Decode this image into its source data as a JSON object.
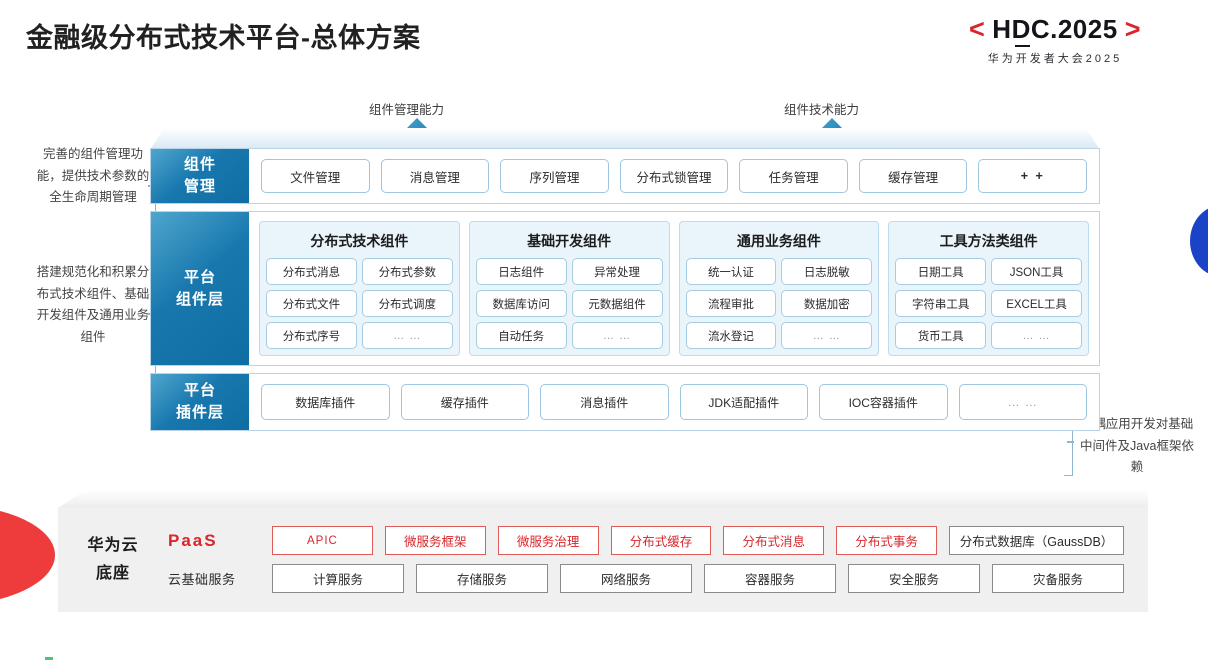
{
  "header": {
    "title": "金融级分布式技术平台-总体方案",
    "logo": {
      "left_bracket": "<",
      "text": "HDC.2025",
      "right_bracket": ">",
      "subtitle": "华为开发者大会2025"
    }
  },
  "top_arrows": [
    {
      "label": "组件管理能力",
      "icon": "arrow-up-icon"
    },
    {
      "label": "组件技术能力",
      "icon": "arrow-up-icon"
    }
  ],
  "side_notes": {
    "left_top": "完善的组件管理功能，提供技术参数的全生命周期管理",
    "left_middle": "搭建规范化和积累分布式技术组件、基础开发组件及通用业务组件",
    "right": "解耦应用开发对基础中间件及Java框架依赖"
  },
  "layers": [
    {
      "tab": "组件\n管理",
      "tab_lines": [
        "组件",
        "管理"
      ],
      "chips": [
        "文件管理",
        "消息管理",
        "序列管理",
        "分布式锁管理",
        "任务管理",
        "缓存管理",
        "+ +"
      ]
    },
    {
      "tab_lines": [
        "平台",
        "组件层"
      ],
      "groups": [
        {
          "title": "分布式技术组件",
          "cells": [
            "分布式消息",
            "分布式参数",
            "分布式文件",
            "分布式调度",
            "分布式序号",
            "… …"
          ]
        },
        {
          "title": "基础开发组件",
          "cells": [
            "日志组件",
            "异常处理",
            "数据库访问",
            "元数据组件",
            "自动任务",
            "… …"
          ]
        },
        {
          "title": "通用业务组件",
          "cells": [
            "统一认证",
            "日志脱敏",
            "流程审批",
            "数据加密",
            "流水登记",
            "… …"
          ]
        },
        {
          "title": "工具方法类组件",
          "cells": [
            "日期工具",
            "JSON工具",
            "字符串工具",
            "EXCEL工具",
            "货币工具",
            "… …"
          ]
        }
      ]
    },
    {
      "tab_lines": [
        "平台",
        "插件层"
      ],
      "plugins": [
        "数据库插件",
        "缓存插件",
        "消息插件",
        "JDK适配插件",
        "IOC容器插件",
        "… …"
      ]
    }
  ],
  "base": {
    "title_lines": [
      "华为云",
      "底座"
    ],
    "paas": {
      "label": "PaaS",
      "items": [
        {
          "text": "APIC",
          "style": "red-small"
        },
        {
          "text": "微服务框架",
          "style": "red"
        },
        {
          "text": "微服务治理",
          "style": "red"
        },
        {
          "text": "分布式缓存",
          "style": "red"
        },
        {
          "text": "分布式消息",
          "style": "red"
        },
        {
          "text": "分布式事务",
          "style": "red"
        },
        {
          "text": "分布式数据库（GaussDB）",
          "style": "gray"
        }
      ]
    },
    "infra": {
      "label": "云基础服务",
      "items": [
        "计算服务",
        "存储服务",
        "网络服务",
        "容器服务",
        "安全服务",
        "灾备服务"
      ]
    }
  },
  "colors": {
    "brand_red": "#d8262c",
    "brand_blue": "#1878ae",
    "accent_blue": "#1a43c8",
    "wedge_red": "#ee3c3c",
    "base_gray": "#f0f0f0"
  }
}
